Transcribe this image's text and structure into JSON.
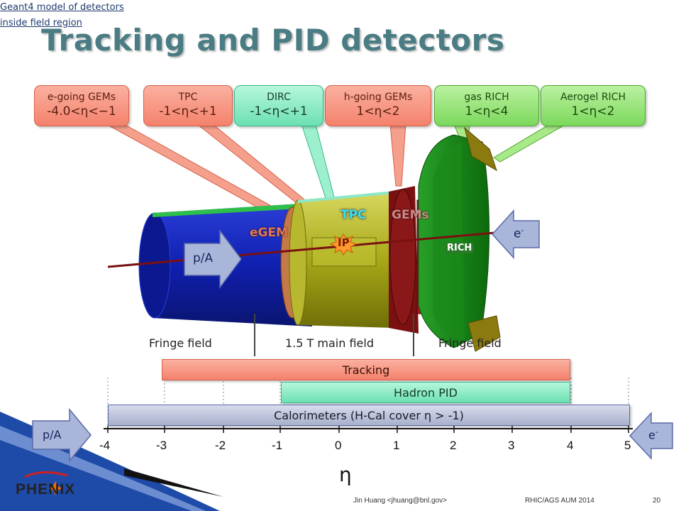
{
  "title": "Tracking and PID detectors",
  "callouts": [
    {
      "line1": "e-going GEMs",
      "line2": "-4.0<η<−1"
    },
    {
      "line1": "TPC",
      "line2": "-1<η<+1"
    },
    {
      "line1": "DIRC",
      "line2": "-1<η<+1"
    },
    {
      "line1": "h-going GEMs",
      "line2": "1<η<2"
    },
    {
      "line1": "gas RICH",
      "line2": "1<η<4"
    },
    {
      "line1": "Aerogel RICH",
      "line2": "1<η<2"
    }
  ],
  "geant_note": {
    "line1": "Geant4 model of detectors",
    "line2": "inside field region"
  },
  "detector_labels": {
    "tpc": "TPC",
    "gems": "GEMs",
    "egem": "eGEM",
    "ip": "IP",
    "rich": "RICH"
  },
  "beams": {
    "hadron": "p/A",
    "electron_base": "e",
    "electron_sup": "-"
  },
  "field_labels": {
    "left": "Fringe field",
    "main": "1.5 T main field",
    "right": "Fringe field"
  },
  "coverage_bars": {
    "tracking": "Tracking",
    "hadron_pid": "Hadron PID",
    "calorimeters": "Calorimeters (H-Cal cover η > -1)"
  },
  "eta_axis": {
    "ticks": [
      "-4",
      "-3",
      "-2",
      "-1",
      "0",
      "1",
      "2",
      "3",
      "4",
      "5"
    ],
    "label": "η"
  },
  "footer": {
    "author": "Jin Huang <jhuang@bnl.gov>",
    "meeting": "RHIC/AGS AUM 2014",
    "page": "20",
    "logo": "PHENIX"
  },
  "colors": {
    "title": "#4a7c84",
    "tracking": "#f4826c",
    "hadron_pid": "#6ce0b2",
    "calorimeters": "#b8bfd6",
    "beamline": "#7a1010"
  }
}
